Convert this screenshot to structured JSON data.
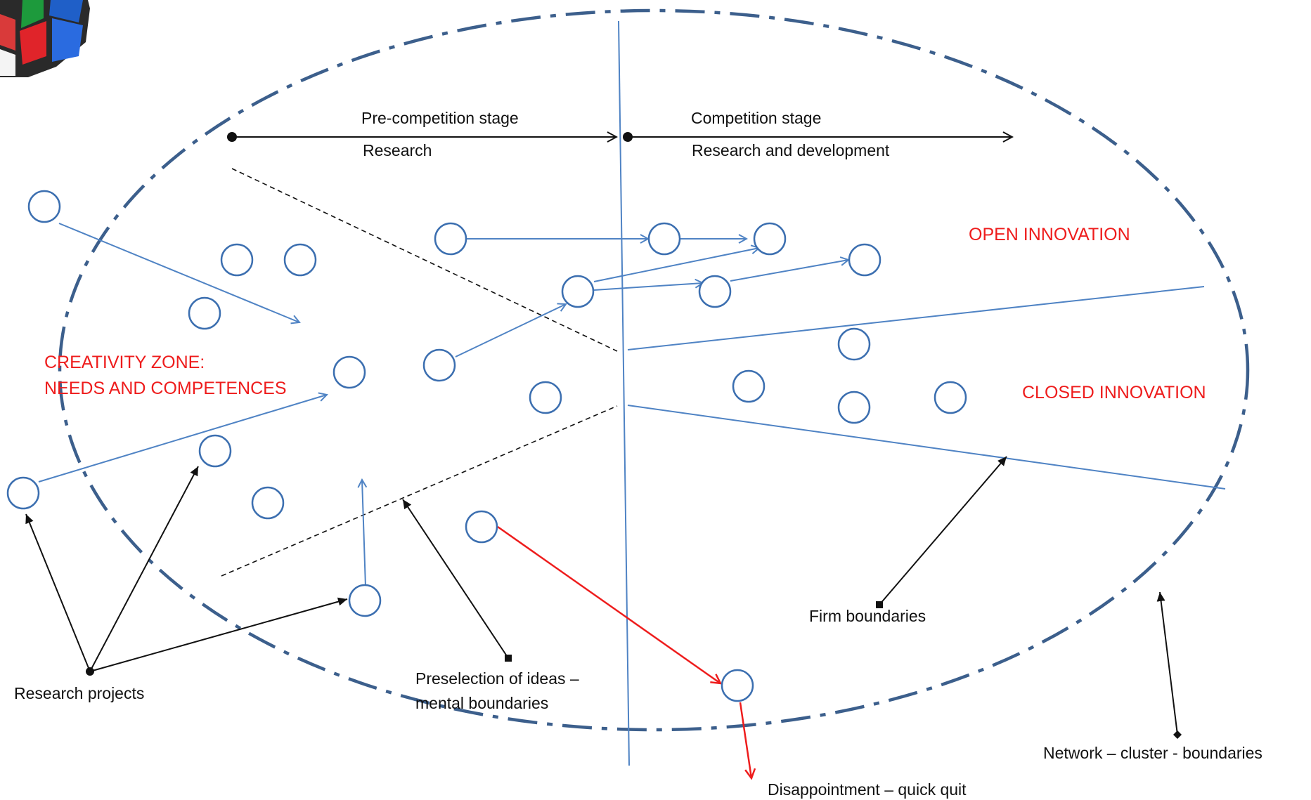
{
  "stages": {
    "pre_competition": "Pre-competition stage",
    "research": "Research",
    "competition": "Competition stage",
    "research_and_development": "Research and development"
  },
  "zones": {
    "open_innovation": "OPEN INNOVATION",
    "closed_innovation": "CLOSED INNOVATION",
    "creativity_line1": "CREATIVITY ZONE:",
    "creativity_line2": "NEEDS AND COMPETENCES"
  },
  "annotations": {
    "research_projects": "Research projects",
    "preselection_line1": "Preselection of ideas –",
    "preselection_line2": "mental boundaries",
    "firm_boundaries": "Firm boundaries",
    "network_boundaries": "Network – cluster - boundaries",
    "disappointment": "Disappointment – quick quit"
  },
  "colors": {
    "ellipse": "#3c5f8c",
    "project_circle": "#3c6fb0",
    "flow_arrow": "#4f83c4",
    "red_accent": "#ee1c1c",
    "text": "#111111"
  }
}
